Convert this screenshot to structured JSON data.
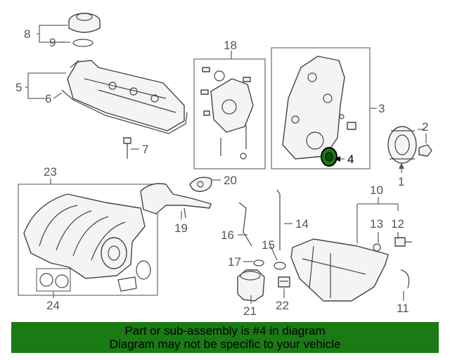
{
  "callouts": {
    "c1": "1",
    "c2": "2",
    "c3": "3",
    "c4": "4",
    "c5": "5",
    "c6": "6",
    "c7": "7",
    "c8": "8",
    "c9": "9",
    "c10": "10",
    "c11": "11",
    "c12": "12",
    "c13": "13",
    "c14": "14",
    "c15": "15",
    "c16": "16",
    "c17": "17",
    "c18": "18",
    "c19": "19",
    "c20": "20",
    "c21": "21",
    "c22": "22",
    "c23": "23",
    "c24": "24"
  },
  "highlight": {
    "part": "4",
    "color": "#1a7a14"
  },
  "banner": {
    "line1": "Part or sub-assembly is #4 in diagram",
    "line2": "Diagram may not be specific to your vehicle",
    "color": "#1a7a14"
  }
}
